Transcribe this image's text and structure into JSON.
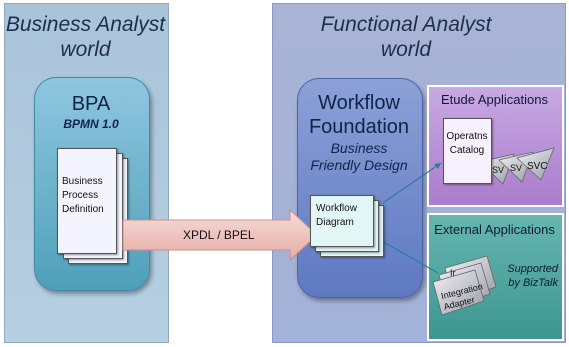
{
  "ba_world": {
    "title_line1": "Business Analyst",
    "title_line2": "world"
  },
  "fa_world": {
    "title_line1": "Functional Analyst",
    "title_line2": "world"
  },
  "bpa": {
    "name": "BPA",
    "subtitle": "BPMN 1.0",
    "doc_line1": "Business",
    "doc_line2": "Process",
    "doc_line3": "Definition"
  },
  "arrow": {
    "label": "XPDL / BPEL"
  },
  "workflow": {
    "line1": "Workflow",
    "line2": "Foundation",
    "sub1": "Business",
    "sub2": "Friendly Design",
    "doc_line1": "Workflow",
    "doc_line2": "Diagram"
  },
  "etude": {
    "title": "Etude Applications",
    "doc_line1": "Operatns",
    "doc_line2": "Catalog",
    "svc_labels": [
      "SV",
      "SV",
      "SVC"
    ]
  },
  "external": {
    "title": "External Applications",
    "supported_line1": "Supported",
    "supported_line2": "by BizTalk",
    "adapter_line1": "Integration",
    "adapter_line2": "Adapter",
    "adapter_back": "Ir"
  },
  "colors": {
    "ba_panel": "#a9c3d9",
    "fa_panel": "#a8b3d6",
    "bpa_box": "#5aa7c0",
    "wf_box": "#6b84c8",
    "etude_box": "#b48ad4",
    "external_box": "#4fa6a0",
    "arrow": "#f2c8c4"
  }
}
